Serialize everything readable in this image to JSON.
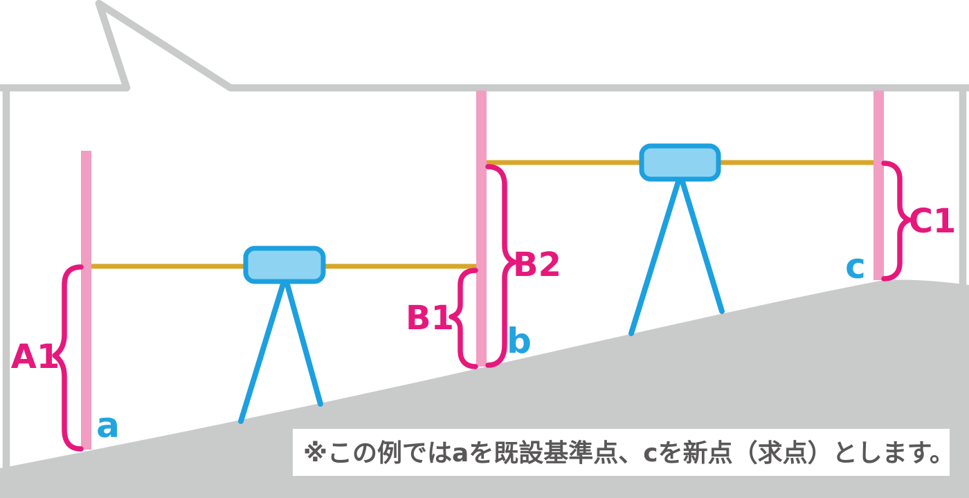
{
  "diagram": {
    "description": "Leveling (surveying) example inside a callout bubble: staffs stand at points a, b and c on a slope, two level instruments on tripods sight horizontal lines, and braces mark the staff readings A1, B1, B2 and C1.",
    "readings": {
      "a1": "A1",
      "b1": "B1",
      "b2": "B2",
      "c1": "C1"
    },
    "points": {
      "a": "a",
      "b": "b",
      "c": "c"
    },
    "note": "※この例ではaを既設基準点、cを新点（求点）とします。",
    "colors": {
      "frame_gray": "#C9CACA",
      "ground_gray": "#C9CACA",
      "staff_pink": "#F19EC2",
      "brace_magenta": "#E6187C",
      "instrument_blue": "#1CA0DF",
      "instrument_fill": "#8FD3F2",
      "point_label_blue": "#21A4E0",
      "sightline_yellow": "#D8A629",
      "note_text_gray": "#595757"
    }
  }
}
